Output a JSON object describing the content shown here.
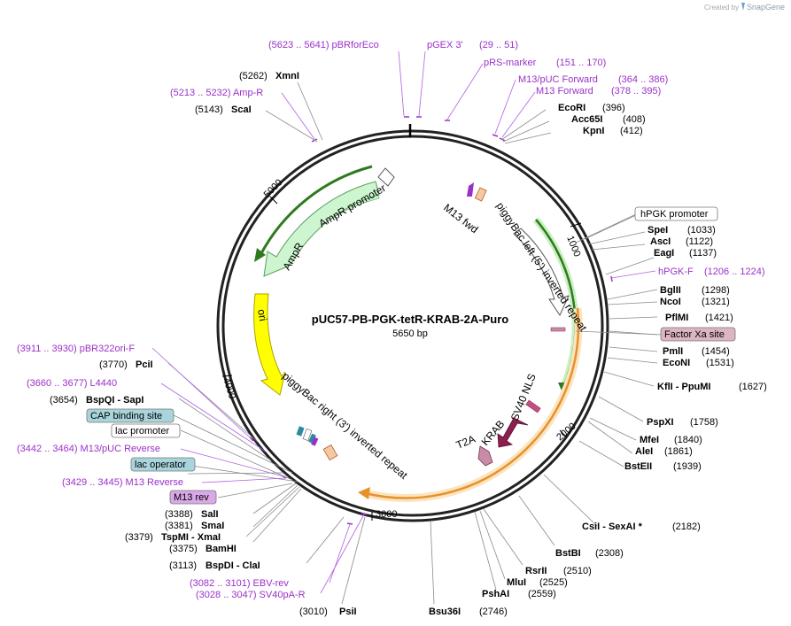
{
  "credit": {
    "prefix": "Created by",
    "brand": "SnapGene"
  },
  "plasmid": {
    "name": "pUC57-PB-PGK-tetR-KRAB-2A-Puro",
    "length_label": "5650 bp"
  },
  "ticks": [
    {
      "label": "1000",
      "pos": 1000
    },
    {
      "label": "2000",
      "pos": 2000
    },
    {
      "label": "3000",
      "pos": 3000
    },
    {
      "label": "4000",
      "pos": 4000
    },
    {
      "label": "5000",
      "pos": 5000
    }
  ],
  "sites": [
    {
      "name": "XmnI",
      "pos": "(5262)"
    },
    {
      "name": "ScaI",
      "pos": "(5143)"
    },
    {
      "name": "EcoRI",
      "pos": "(396)"
    },
    {
      "name": "Acc65I",
      "pos": "(408)"
    },
    {
      "name": "KpnI",
      "pos": "(412)"
    },
    {
      "name": "SpeI",
      "pos": "(1033)"
    },
    {
      "name": "AscI",
      "pos": "(1122)"
    },
    {
      "name": "EagI",
      "pos": "(1137)"
    },
    {
      "name": "BglII",
      "pos": "(1298)"
    },
    {
      "name": "NcoI",
      "pos": "(1321)"
    },
    {
      "name": "PflMI",
      "pos": "(1421)"
    },
    {
      "name": "PmlI",
      "pos": "(1454)"
    },
    {
      "name": "EcoNI",
      "pos": "(1531)"
    },
    {
      "name": "KflI - PpuMI",
      "pos": "(1627)"
    },
    {
      "name": "PspXI",
      "pos": "(1758)"
    },
    {
      "name": "MfeI",
      "pos": "(1840)"
    },
    {
      "name": "AleI",
      "pos": "(1861)"
    },
    {
      "name": "BstEII",
      "pos": "(1939)"
    },
    {
      "name": "CsiI - SexAI *",
      "pos": "(2182)"
    },
    {
      "name": "BstBI",
      "pos": "(2308)"
    },
    {
      "name": "RsrII",
      "pos": "(2510)"
    },
    {
      "name": "MluI",
      "pos": "(2525)"
    },
    {
      "name": "PshAI",
      "pos": "(2559)"
    },
    {
      "name": "Bsu36I",
      "pos": "(2746)"
    },
    {
      "name": "PsiI",
      "pos": "(3010)"
    },
    {
      "name": "BspDI - ClaI",
      "pos": "(3113)"
    },
    {
      "name": "BamHI",
      "pos": "(3375)"
    },
    {
      "name": "TspMI - XmaI",
      "pos": "(3379)"
    },
    {
      "name": "SmaI",
      "pos": "(3381)"
    },
    {
      "name": "SalI",
      "pos": "(3388)"
    },
    {
      "name": "BspQI - SapI",
      "pos": "(3654)"
    },
    {
      "name": "PciI",
      "pos": "(3770)"
    }
  ],
  "primers": [
    {
      "text": "(5623 .. 5641)  pBRforEco"
    },
    {
      "text": "pGEX 3'"
    },
    {
      "text": "(29 .. 51)"
    },
    {
      "text": "pRS-marker"
    },
    {
      "text": "(151 .. 170)"
    },
    {
      "text": "M13/pUC Forward"
    },
    {
      "text": "(364 .. 386)"
    },
    {
      "text": "M13 Forward"
    },
    {
      "text": "(378 .. 395)"
    },
    {
      "text": "(5213 .. 5232)  Amp-R"
    },
    {
      "text": "hPGK-F"
    },
    {
      "text": "(1206 .. 1224)"
    },
    {
      "text": "(3911 .. 3930)  pBR322ori-F"
    },
    {
      "text": "(3660 .. 3677)  L4440"
    },
    {
      "text": "(3442 .. 3464)  M13/pUC Reverse"
    },
    {
      "text": "(3429 .. 3445)  M13 Reverse"
    },
    {
      "text": "(3082 .. 3101)  EBV-rev"
    },
    {
      "text": "(3028 .. 3047)  SV40pA-R"
    }
  ],
  "boxed_labels": [
    {
      "text": "hPGK promoter",
      "fill": "#ffffff"
    },
    {
      "text": "Factor Xa site",
      "fill": "#dcb4c4"
    },
    {
      "text": "CAP binding site",
      "fill": "#a8d4dc"
    },
    {
      "text": "lac promoter",
      "fill": "#ffffff"
    },
    {
      "text": "lac operator",
      "fill": "#a8d4dc"
    },
    {
      "text": "M13 rev",
      "fill": "#d8a8e8"
    }
  ],
  "features": [
    {
      "label": "AmpR promoter"
    },
    {
      "label": "AmpR"
    },
    {
      "label": "ori"
    },
    {
      "label": "piggyBac left (5') inverted repeat"
    },
    {
      "label": "piggyBac right (3') inverted repeat"
    },
    {
      "label": "M13 fwd"
    },
    {
      "label": "SV40 NLS"
    },
    {
      "label": "KRAB"
    },
    {
      "label": "T2A"
    }
  ],
  "colors": {
    "backbone": "#222222",
    "ampr": "#ccf5d0",
    "ori": "#ffff00",
    "pgk_arc": "#7ec850",
    "orange_arc": "#f0a030",
    "primer": "#9b30c8",
    "krab": "#8b2050",
    "t2a": "#c88ca8",
    "m13fwd": "#f5c8a0"
  }
}
